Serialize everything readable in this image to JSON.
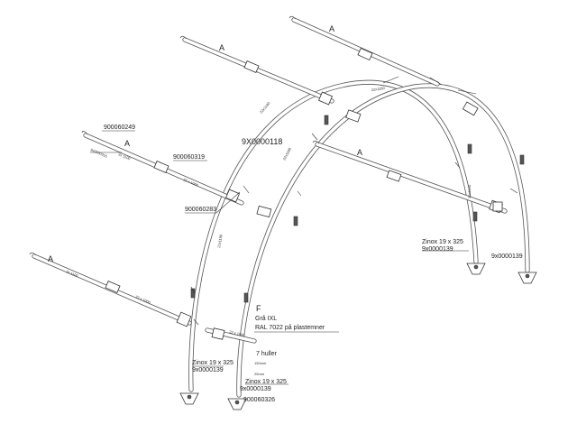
{
  "labels": {
    "a": "A",
    "part_9X0000118": "9X0000118",
    "part_900060249": "900060249",
    "part_9x0000316": "9x0000316",
    "part_900060319": "900060319",
    "part_900060283": "900060283",
    "zinox_right": "Zinox 19 x 325",
    "zinox_right_code": "9x0000139",
    "right_foot_code": "9x0000139",
    "f": "F",
    "gra_ixl": "Grå IXL",
    "ral": "RAL 7022 på plastemner",
    "holes": "7 huller",
    "mm_150": "150mm",
    "mm_25": "25mm",
    "zinox_left": "Zinox 19 x 325",
    "zinox_left_code": "9x0000139",
    "zinox_mid": "Zinox 19 x 325",
    "zinox_mid_code": "9x0000139",
    "part_900060326": "900060326"
  },
  "pole_marks": {
    "m1": "2x 1100",
    "m2": "22 x 1000",
    "m3": "22x1180",
    "m4": "22x1180",
    "m5": "22x1180",
    "m6": "2x 1100",
    "m7": "22 x 1000",
    "m8": "22 x 1000",
    "m9": "22x1180",
    "m10": "22x1180"
  }
}
